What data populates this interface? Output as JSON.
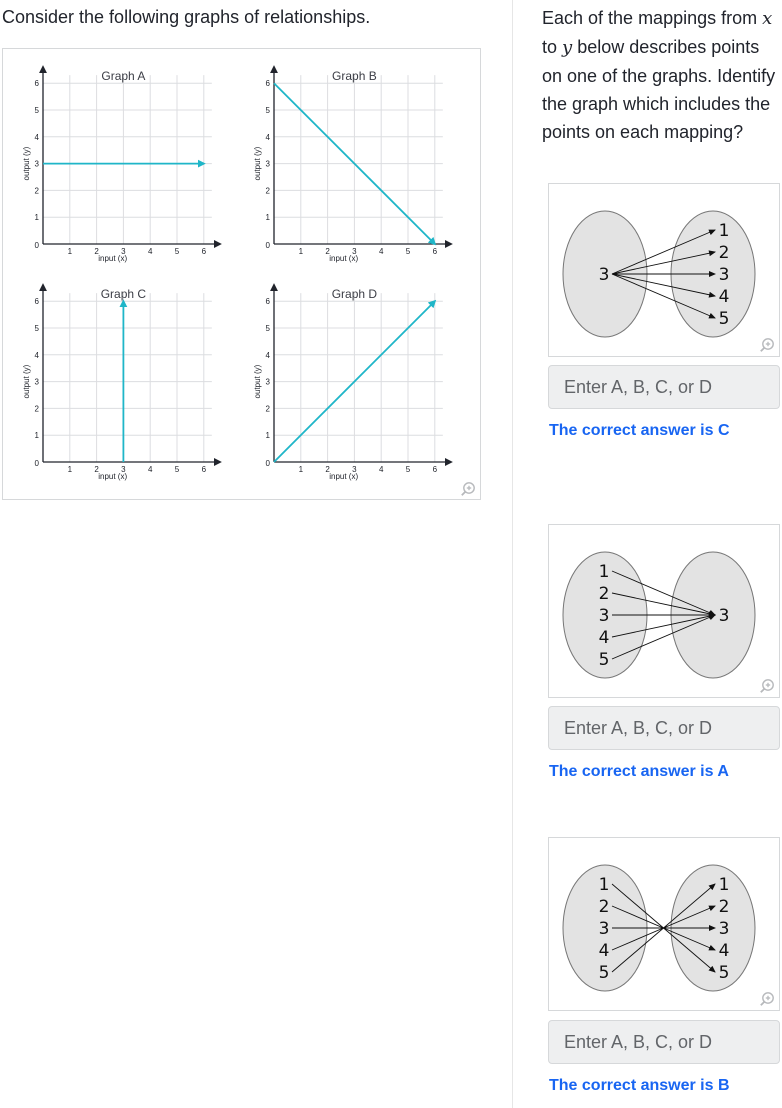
{
  "left": {
    "intro": "Consider the following graphs of relationships.",
    "graphs": [
      {
        "title": "Graph A",
        "xlabel": "input (x)",
        "ylabel": "output (y)",
        "line": {
          "from": [
            0,
            3
          ],
          "to": [
            6,
            3
          ]
        }
      },
      {
        "title": "Graph B",
        "xlabel": "input (x)",
        "ylabel": "output (y)",
        "line": {
          "from": [
            0,
            6
          ],
          "to": [
            6,
            0
          ]
        }
      },
      {
        "title": "Graph C",
        "xlabel": "input (x)",
        "ylabel": "output (y)",
        "line": {
          "from": [
            3,
            0
          ],
          "to": [
            3,
            6
          ]
        }
      },
      {
        "title": "Graph D",
        "xlabel": "input (x)",
        "ylabel": "output (y)",
        "line": {
          "from": [
            0,
            0
          ],
          "to": [
            6,
            6
          ]
        }
      }
    ],
    "tick_values": [
      "1",
      "2",
      "3",
      "4",
      "5",
      "6"
    ],
    "origin_label": "0",
    "line_color": "#1fb6c8"
  },
  "right": {
    "prompt": {
      "part1": "Each of the mappings from ",
      "var_x": "x",
      "part2": " to ",
      "var_y": "y",
      "part3": " below describes points on one of the graphs. Identify the graph which includes the points on each mapping?"
    },
    "questions": [
      {
        "inputs": [
          "3"
        ],
        "outputs": [
          "1",
          "2",
          "3",
          "4",
          "5"
        ],
        "placeholder": "Enter A, B, C, or D",
        "feedback": "The correct answer is C"
      },
      {
        "inputs": [
          "1",
          "2",
          "3",
          "4",
          "5"
        ],
        "outputs": [
          "3"
        ],
        "placeholder": "Enter A, B, C, or D",
        "feedback": "The correct answer is A"
      },
      {
        "inputs": [
          "1",
          "2",
          "3",
          "4",
          "5"
        ],
        "outputs": [
          "1",
          "2",
          "3",
          "4",
          "5"
        ],
        "placeholder": "Enter A, B, C, or D",
        "feedback": "The correct answer is B"
      }
    ]
  }
}
